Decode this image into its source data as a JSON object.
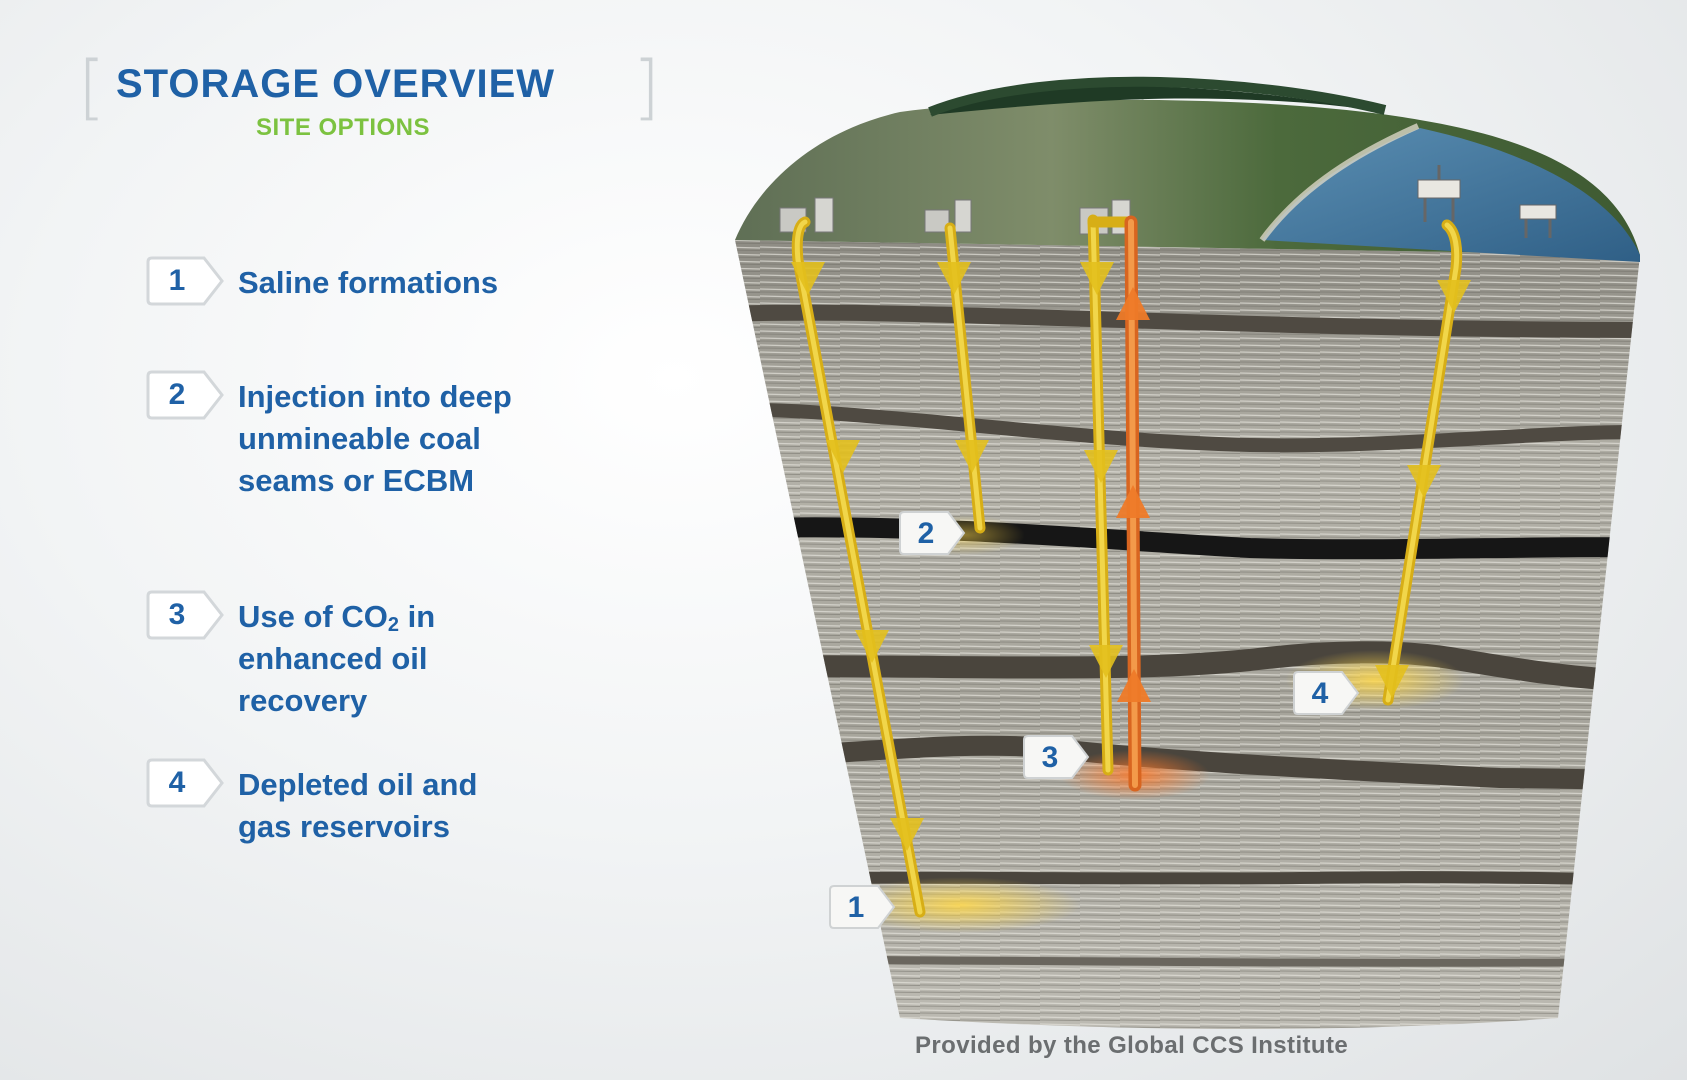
{
  "header": {
    "bracket_left": "[",
    "bracket_right": "]",
    "title": "STORAGE OVERVIEW",
    "subtitle": "SITE OPTIONS"
  },
  "legend": [
    {
      "number": "1",
      "text": "Saline formations"
    },
    {
      "number": "2",
      "text": "Injection into deep unmineable coal seams or ECBM"
    },
    {
      "number": "3",
      "text_before": "Use of CO",
      "text_sub": "2",
      "text_after": " in enhanced oil recovery"
    },
    {
      "number": "4",
      "text": "Depleted oil and gas reservoirs"
    }
  ],
  "callouts": [
    "1",
    "2",
    "3",
    "4"
  ],
  "footer": {
    "credit": "Provided by the Global CCS Institute"
  },
  "colors": {
    "title_blue": "#1f61a6",
    "subtitle_green": "#7cc240",
    "pipe_yellow": "#e6c21c",
    "pipe_orange": "#e8782a",
    "sea_blue": "#3a6e95"
  }
}
